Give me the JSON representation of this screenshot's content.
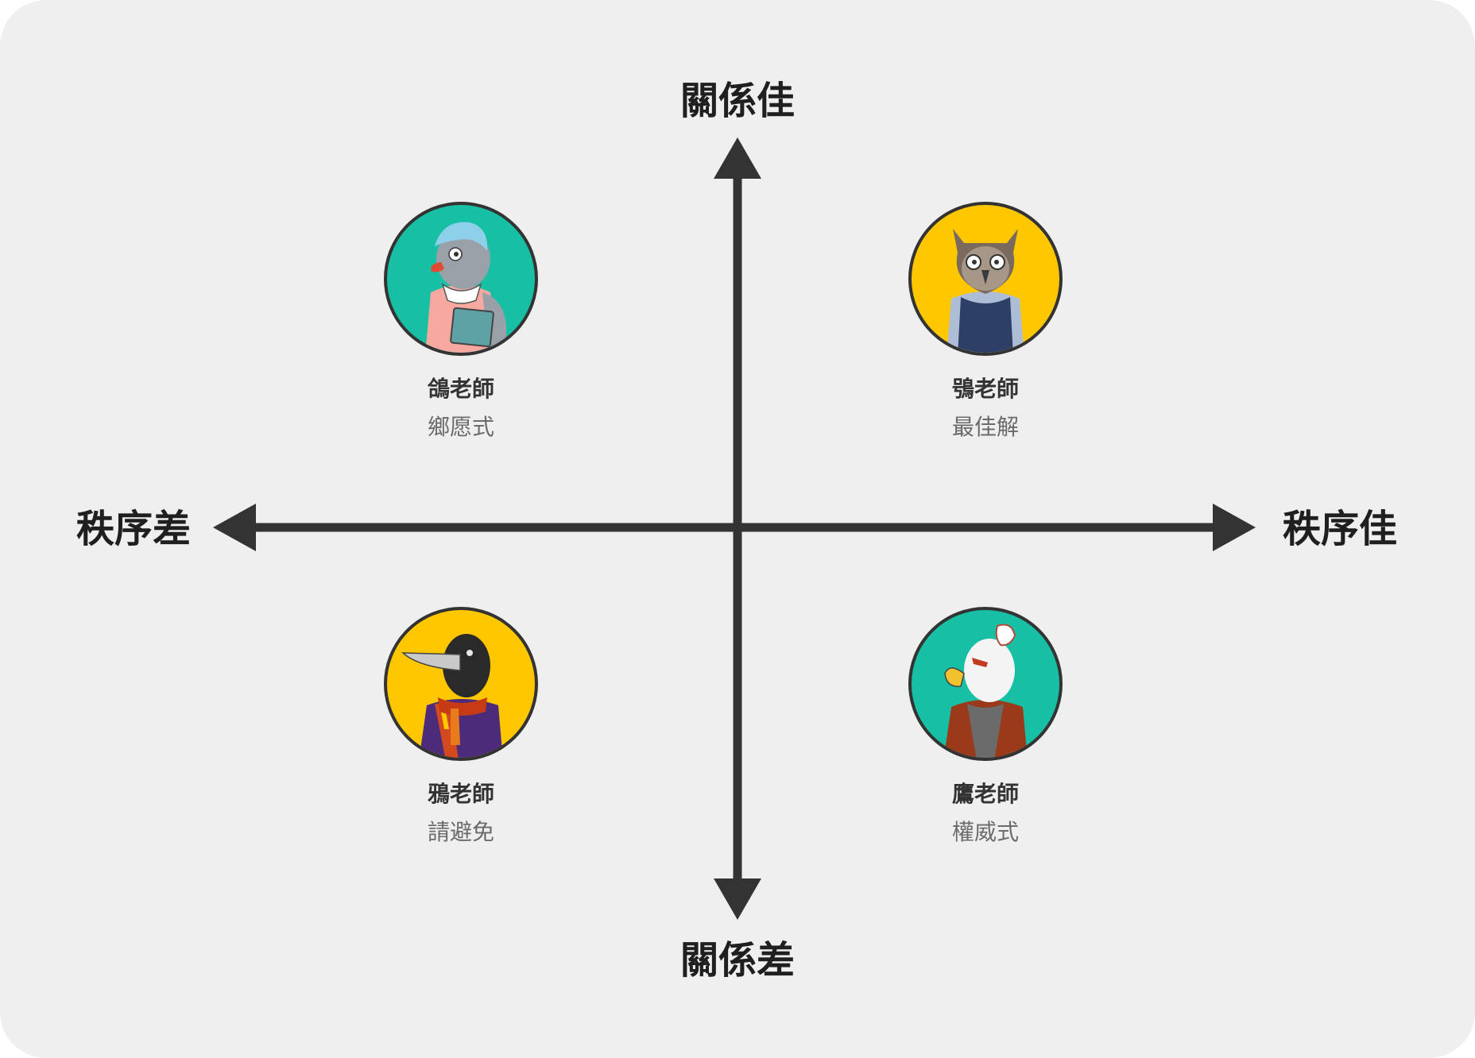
{
  "axes": {
    "top_label": "關係佳",
    "bottom_label": "關係差",
    "left_label": "秩序差",
    "right_label": "秩序佳",
    "color": "#333333"
  },
  "quadrants": {
    "top_left": {
      "name": "鴿老師",
      "style": "鄉愿式",
      "avatar_bg": "#17c0a5",
      "avatar_icon": "pigeon-teacher-icon"
    },
    "top_right": {
      "name": "鴞老師",
      "style": "最佳解",
      "avatar_bg": "#ffc700",
      "avatar_icon": "owl-teacher-icon"
    },
    "bottom_left": {
      "name": "鴉老師",
      "style": "請避免",
      "avatar_bg": "#ffc700",
      "avatar_icon": "crow-teacher-icon"
    },
    "bottom_right": {
      "name": "鷹老師",
      "style": "權威式",
      "avatar_bg": "#17c0a5",
      "avatar_icon": "eagle-teacher-icon"
    }
  }
}
